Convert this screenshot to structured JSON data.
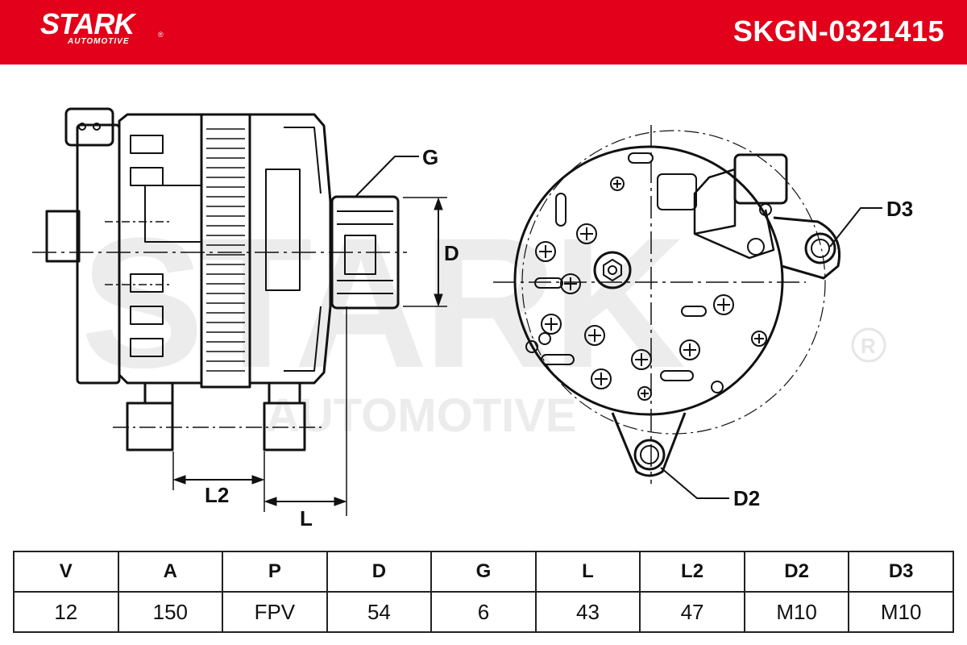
{
  "brand": {
    "name": "STARK",
    "sub": "AUTOMOTIVE",
    "mark": "®"
  },
  "part_number": "SKGN-0321415",
  "watermark": {
    "line1": "STARK",
    "line2": "AUTOMOTIVE",
    "mark": "®"
  },
  "colors": {
    "brand_red": "#e2001a",
    "line": "#111111",
    "watermark": "#e8e8e8"
  },
  "dimension_labels": {
    "g": "G",
    "d": "D",
    "l2": "L2",
    "l": "L",
    "d2": "D2",
    "d3": "D3"
  },
  "spec_table": {
    "headers": [
      "V",
      "A",
      "P",
      "D",
      "G",
      "L",
      "L2",
      "D2",
      "D3"
    ],
    "values": [
      "12",
      "150",
      "FPV",
      "54",
      "6",
      "43",
      "47",
      "M10",
      "M10"
    ]
  }
}
